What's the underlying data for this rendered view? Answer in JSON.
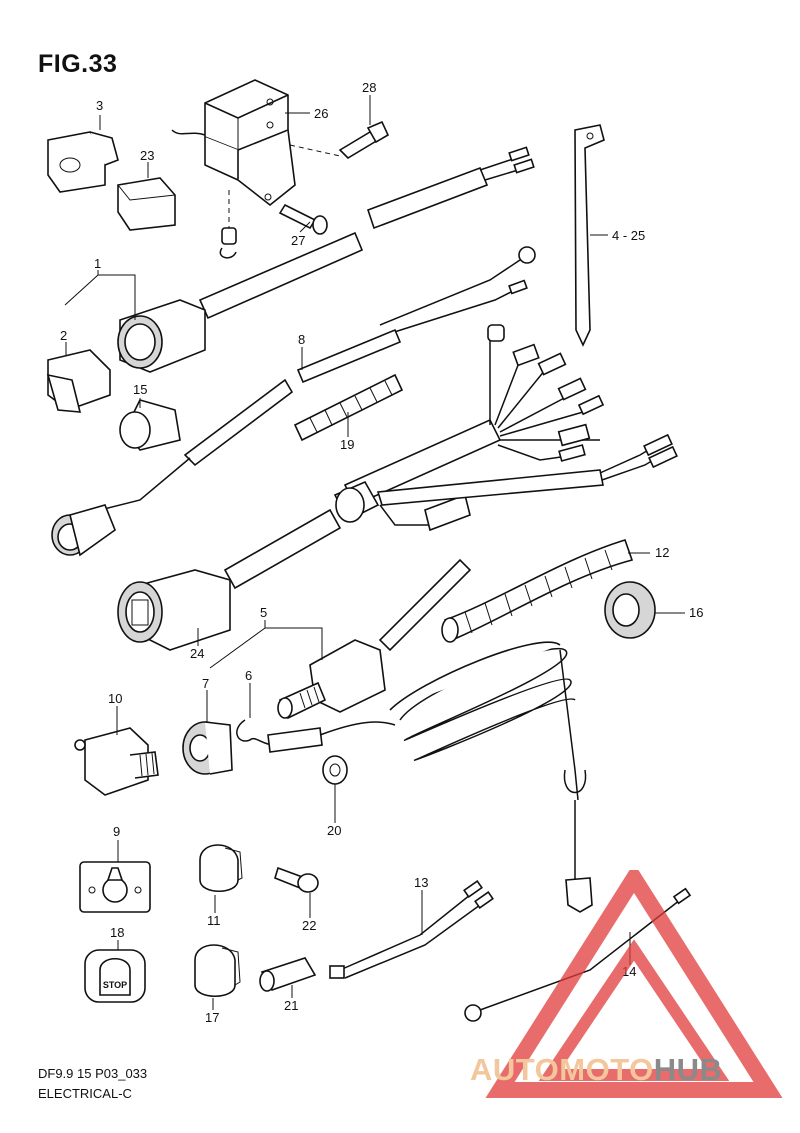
{
  "figure": {
    "title": "FIG.33",
    "model_code": "DF9.9 15 P03_033",
    "section": "ELECTRICAL-C"
  },
  "callouts": [
    "1",
    "2",
    "3",
    "4 - 25",
    "5",
    "6",
    "7",
    "8",
    "9",
    "10",
    "11",
    "12",
    "13",
    "14",
    "15",
    "16",
    "17",
    "18",
    "19",
    "20",
    "21",
    "22",
    "23",
    "24",
    "26",
    "27",
    "28"
  ],
  "labels": {
    "stop_button": "STOP"
  },
  "watermark": {
    "part1": "AUTOMOTO",
    "part2": "HUB"
  },
  "colors": {
    "watermark_red": "#e23b3b",
    "watermark_orange": "#f3c79c",
    "watermark_gray": "#8a8a8a"
  }
}
